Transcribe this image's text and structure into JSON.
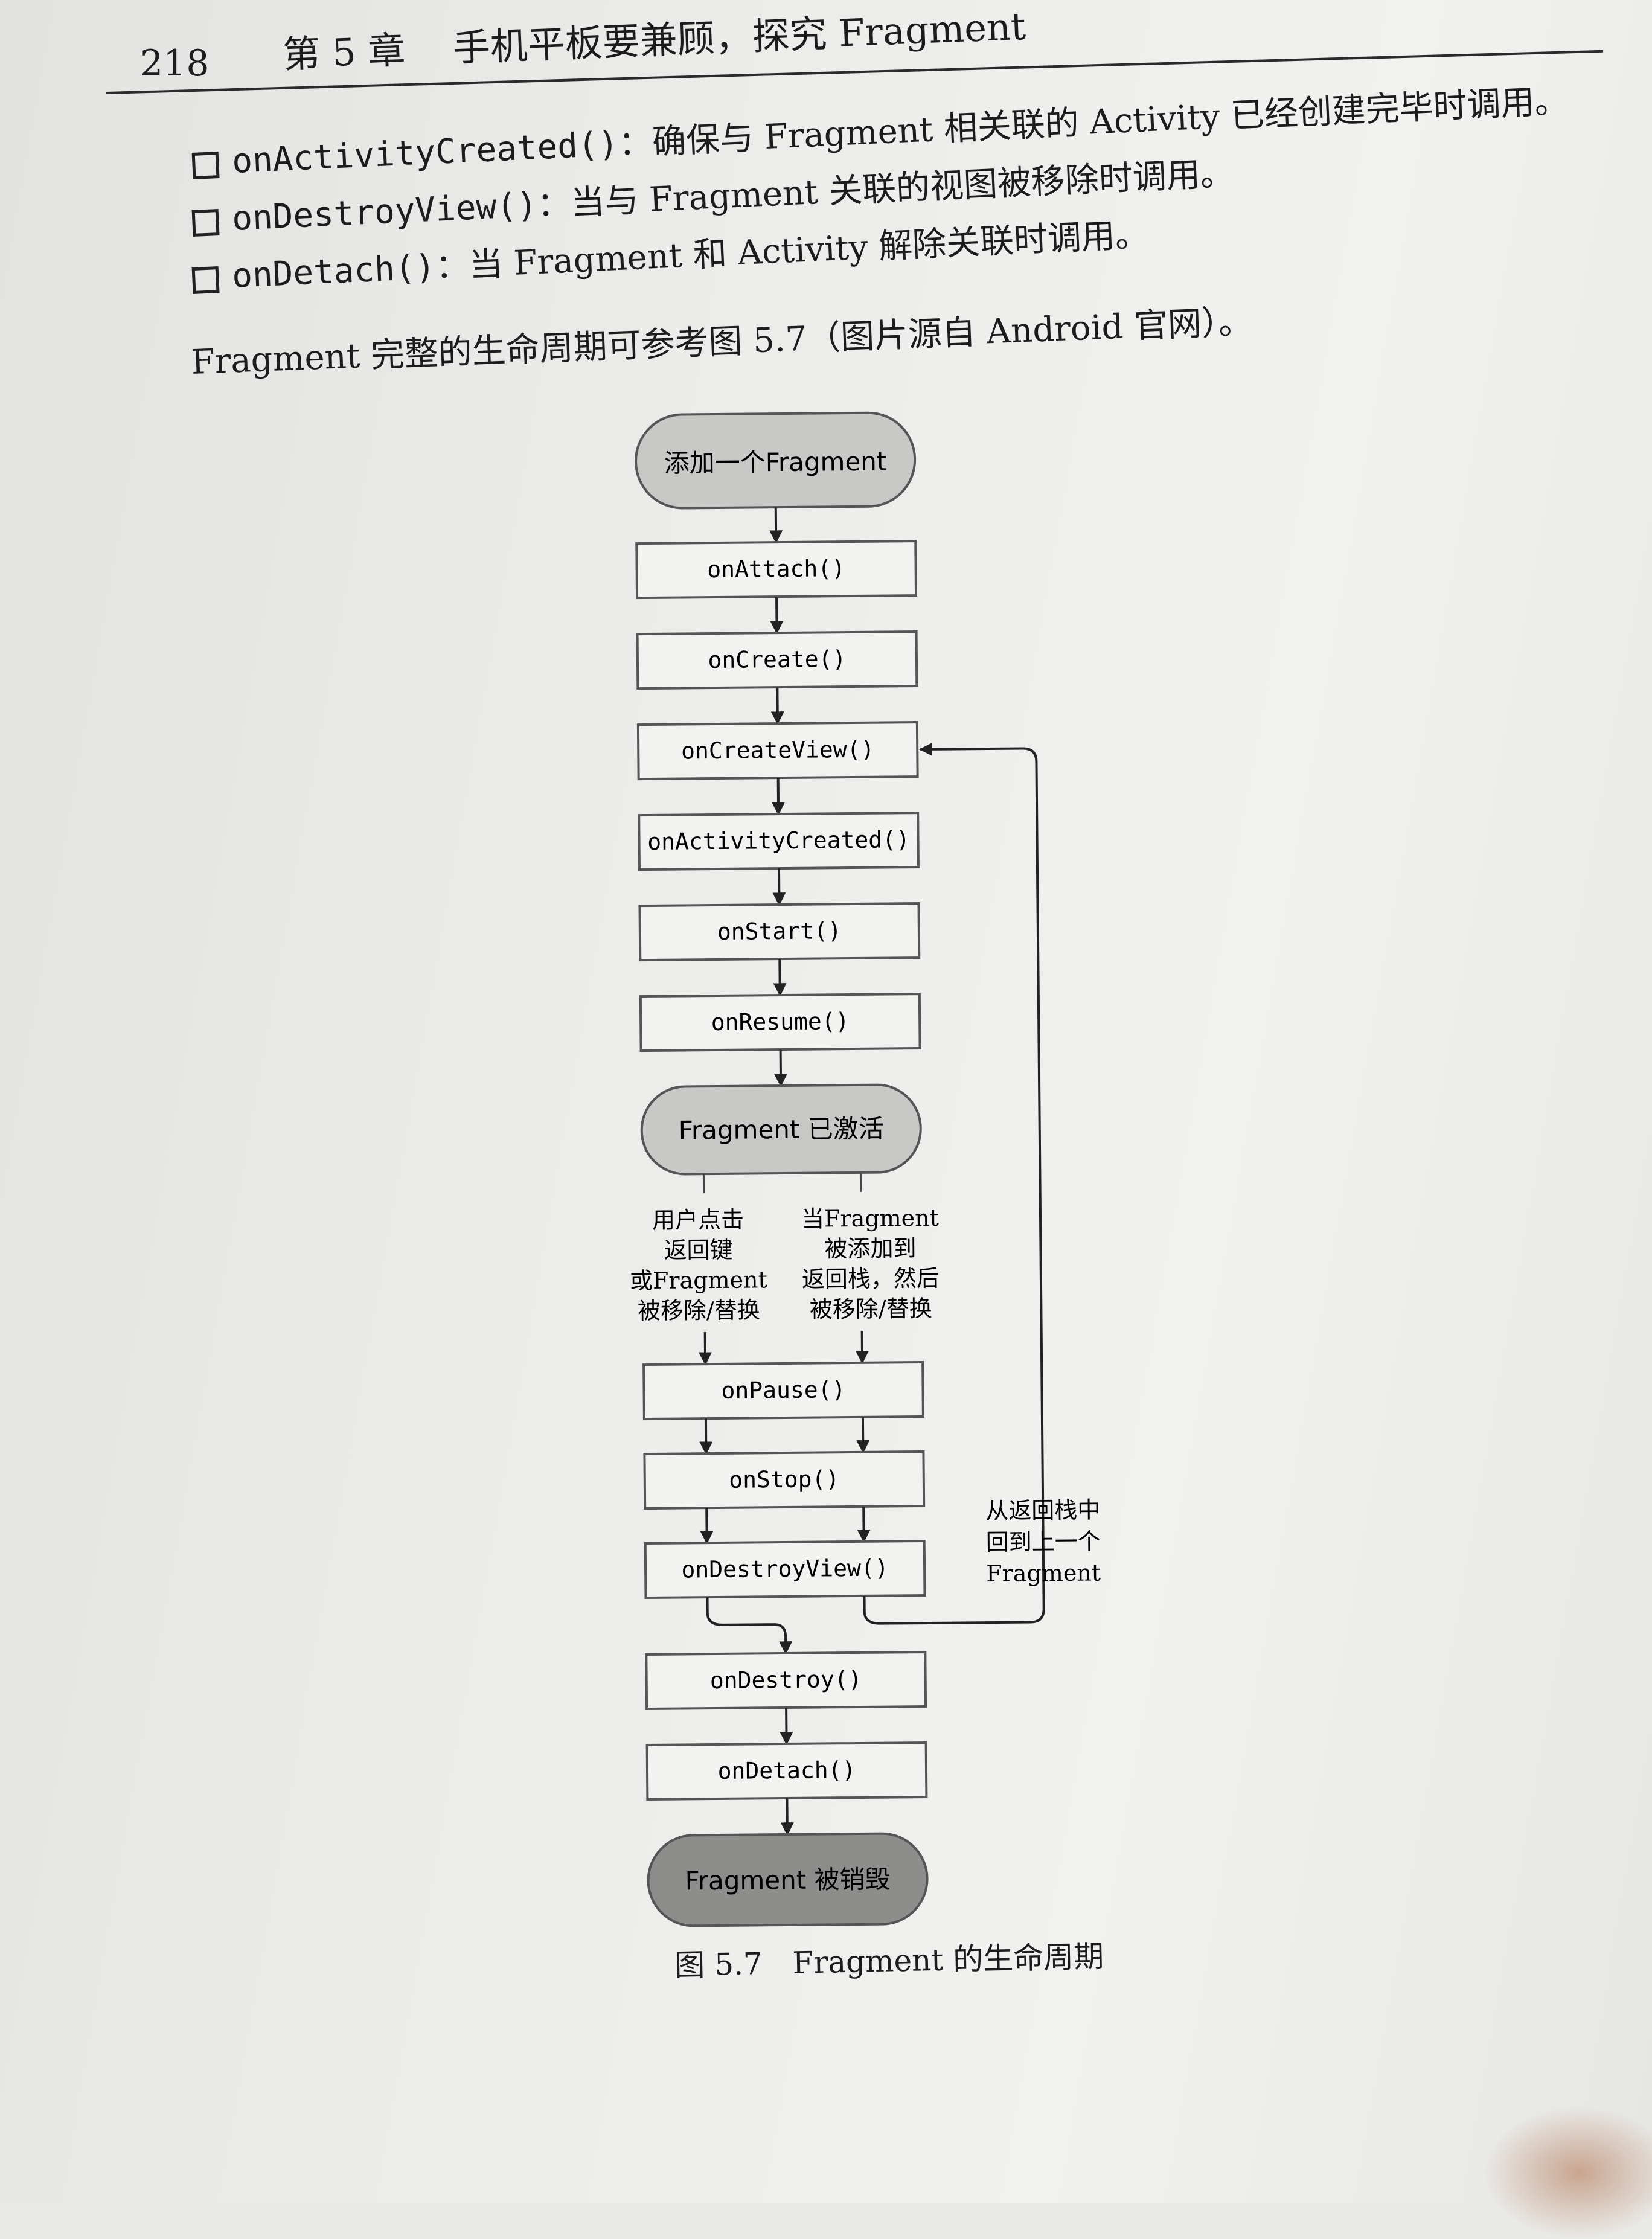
{
  "header": {
    "page_number": "218",
    "chapter": "第 5 章",
    "title": "手机平板要兼顾，探究 Fragment"
  },
  "bullets": [
    {
      "code": "onActivityCreated()",
      "text": "：确保与 Fragment 相关联的 Activity 已经创建完毕时调用。"
    },
    {
      "code": "onDestroyView()",
      "text": "：当与 Fragment 关联的视图被移除时调用。"
    },
    {
      "code": "onDetach()",
      "text": "：当 Fragment 和 Activity 解除关联时调用。"
    }
  ],
  "intro": "Fragment 完整的生命周期可参考图 5.7（图片源自 Android 官网）。",
  "diagram": {
    "start": "添加一个Fragment",
    "steps": [
      "onAttach()",
      "onCreate()",
      "onCreateView()",
      "onActivityCreated()",
      "onStart()",
      "onResume()"
    ],
    "active": "Fragment 已激活",
    "branch_left": [
      "用户点击",
      "返回键",
      "或Fragment",
      "被移除/替换"
    ],
    "branch_right": [
      "当Fragment",
      "被添加到",
      "返回栈，然后",
      "被移除/替换"
    ],
    "steps2": [
      "onPause()",
      "onStop()",
      "onDestroyView()",
      "onDestroy()",
      "onDetach()"
    ],
    "return_note": [
      "从返回栈中",
      "回到上一个",
      "Fragment"
    ],
    "end": "Fragment 被销毁"
  },
  "caption": "图 5.7　Fragment 的生命周期"
}
